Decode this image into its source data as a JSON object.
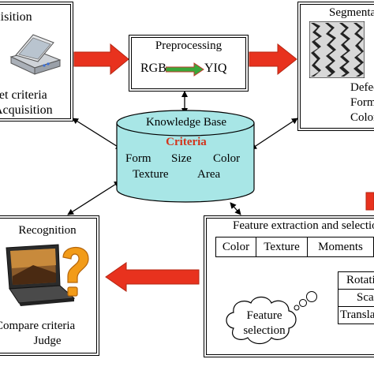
{
  "acquisition": {
    "title": "Acquisition",
    "caption_line1": "Set criteria",
    "caption_line2": "Acquisition"
  },
  "preprocessing": {
    "title": "Preprocessing",
    "from_label": "RGB",
    "to_label": "YIQ"
  },
  "segmentation": {
    "title": "Segmentation",
    "items": [
      "Defects",
      "Form",
      "Color"
    ]
  },
  "knowledge_base": {
    "title": "Knowledge Base",
    "criteria_label": "Criteria",
    "row1": [
      "Form",
      "Size",
      "Color"
    ],
    "row2": [
      "Texture",
      "Area"
    ]
  },
  "recognition": {
    "title": "Recognition",
    "caption_line1": "Compare criteria",
    "caption_line2": "Judge"
  },
  "feature_extraction": {
    "title": "Feature extraction and selection",
    "features": [
      "Color",
      "Texture",
      "Moments"
    ],
    "invariants": [
      "Rotation",
      "Scale",
      "Translation"
    ],
    "cloud_line1": "Feature",
    "cloud_line2": "selection"
  },
  "colors": {
    "arrow_red": "#e8321e",
    "cylinder_fill": "#a8e6e6",
    "criteria_text": "#d2351c",
    "green_arrow": "#3aa83a"
  }
}
